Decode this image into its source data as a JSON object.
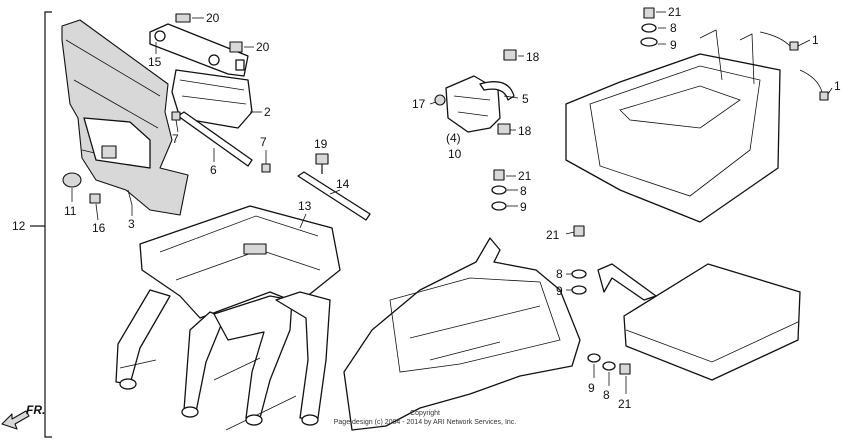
{
  "callouts": {
    "c1a": "1",
    "c1b": "1",
    "c2": "2",
    "c3": "3",
    "c4": "(4)",
    "c5": "5",
    "c6": "6",
    "c7a": "7",
    "c7b": "7",
    "c8a": "8",
    "c8b": "8",
    "c8c": "8",
    "c8d": "8",
    "c9a": "9",
    "c9b": "9",
    "c9c": "9",
    "c9d": "9",
    "c10": "10",
    "c11": "11",
    "c12": "12",
    "c13": "13",
    "c14": "14",
    "c15": "15",
    "c16": "16",
    "c17": "17",
    "c18a": "18",
    "c18b": "18",
    "c19": "19",
    "c20a": "20",
    "c20b": "20",
    "c21a": "21",
    "c21b": "21",
    "c21c": "21",
    "c21d": "21"
  },
  "direction_label": "FR.",
  "copyright": {
    "line1": "Copyright",
    "line2": "Page design (c) 2004 - 2014 by ARI Network Services, Inc."
  }
}
